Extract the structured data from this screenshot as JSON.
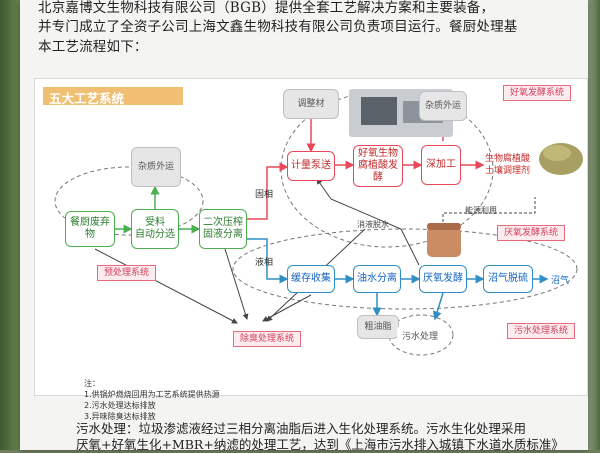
{
  "intro": {
    "line1": "北京嘉博文生物科技有限公司（BGB）提供全套工艺解决方案和主要装备，",
    "line2": "并专门成立了全资子公司上海文鑫生物科技有限公司负责项目运行。餐厨处理基",
    "line3": "本工艺流程如下："
  },
  "panel": {
    "title": "五大工艺系统"
  },
  "nodes": {
    "waste": "餐厨废弃物",
    "receive": "受料\n自动分选",
    "press": "二次压榨\n固液分离",
    "mix": "计量泵送",
    "ferment": "好氧生物\n腐植酸发酵",
    "deep": "深加工",
    "product": "生物腐植酸\n土壤调理剂",
    "buffer": "缓存收集",
    "oilsep": "油水分离",
    "anaerobic": "厌氧发酵",
    "desulfur": "沼气脱硫",
    "biogas": "沼气",
    "conditioner": "调整材",
    "debris_top": "杂质外运",
    "debris_left": "杂质外运",
    "crude_oil": "粗油脂",
    "sewage": "污水处理"
  },
  "flow_labels": {
    "solid": "固相",
    "liquid": "液相",
    "biogas_slurry": "消液脱水",
    "energy_use": "能源利用"
  },
  "systems": {
    "pretreatment": "预处理系统",
    "aerobic": "好氧发酵系统",
    "anaerobic": "厌氧发酵系统",
    "sewage": "污水处理系统",
    "deodor": "除臭处理系统"
  },
  "notes": {
    "title": "注：",
    "n1": "1.供锅炉燃烧回用为工艺系统提供热源",
    "n2": "2.污水处理达标排放",
    "n3": "3.异味除臭达标排放"
  },
  "outro": {
    "line1": "污水处理：垃圾渗滤液经过三相分离油脂后进入生化处理系统。污水生化处理采用",
    "line2": "厌氧+好氧生化+MBR+纳滤的处理工艺，达到《上海市污水排入城镇下水道水质标准》"
  },
  "colors": {
    "title_bar": "#f0bf73",
    "green": "#4caf50",
    "red": "#e8485a",
    "blue": "#2f8fc4",
    "tag_border": "#e66a7a"
  }
}
